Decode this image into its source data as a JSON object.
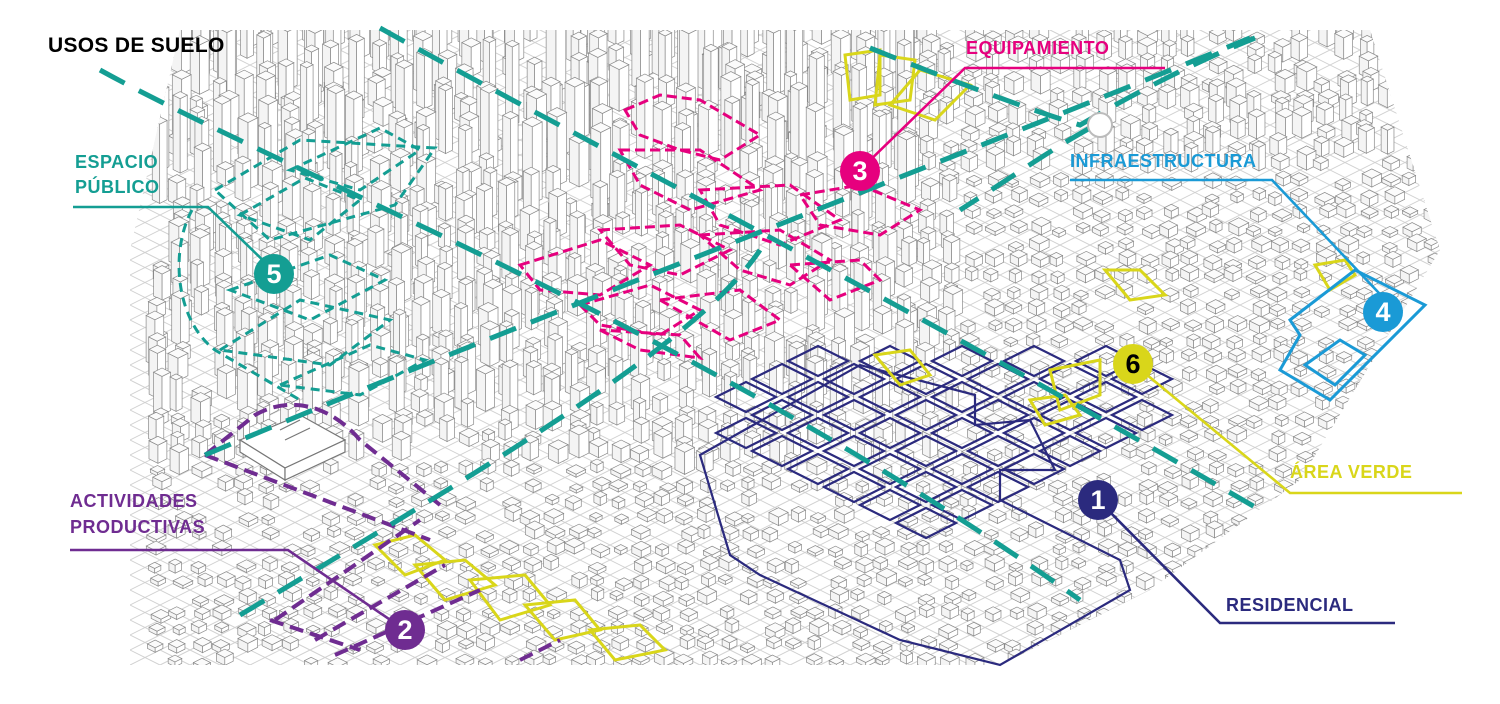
{
  "title": "USOS DE SUELO",
  "colors": {
    "residencial": "#2b2a7e",
    "actividades": "#6f2c91",
    "equipamiento": "#e6007e",
    "infraestructura": "#1a9ad6",
    "espacio": "#149e93",
    "verde": "#d9d61a",
    "building_stroke": "#8a8a8a",
    "title": "#000000"
  },
  "categories": [
    {
      "id": "residencial",
      "number": "1",
      "label_lines": [
        "RESIDENCIAL"
      ]
    },
    {
      "id": "actividades",
      "number": "2",
      "label_lines": [
        "ACTIVIDADES",
        "PRODUCTIVAS"
      ]
    },
    {
      "id": "equipamiento",
      "number": "3",
      "label_lines": [
        "EQUIPAMIENTO"
      ]
    },
    {
      "id": "infraestructura",
      "number": "4",
      "label_lines": [
        "INFRAESTRUCTURA"
      ]
    },
    {
      "id": "espacio",
      "number": "5",
      "label_lines": [
        "ESPACIO",
        "PÚBLICO"
      ]
    },
    {
      "id": "verde",
      "number": "6",
      "label_lines": [
        "ÁREA VERDE"
      ]
    }
  ]
}
